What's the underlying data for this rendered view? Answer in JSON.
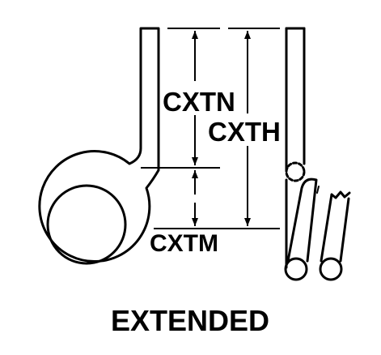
{
  "diagram": {
    "title": "EXTENDED",
    "dimensions": {
      "upper_leg": "CXTN",
      "overall_height": "CXTH",
      "lower_leg": "CXTM"
    },
    "colors": {
      "line": "#000000",
      "background": "#ffffff"
    }
  }
}
